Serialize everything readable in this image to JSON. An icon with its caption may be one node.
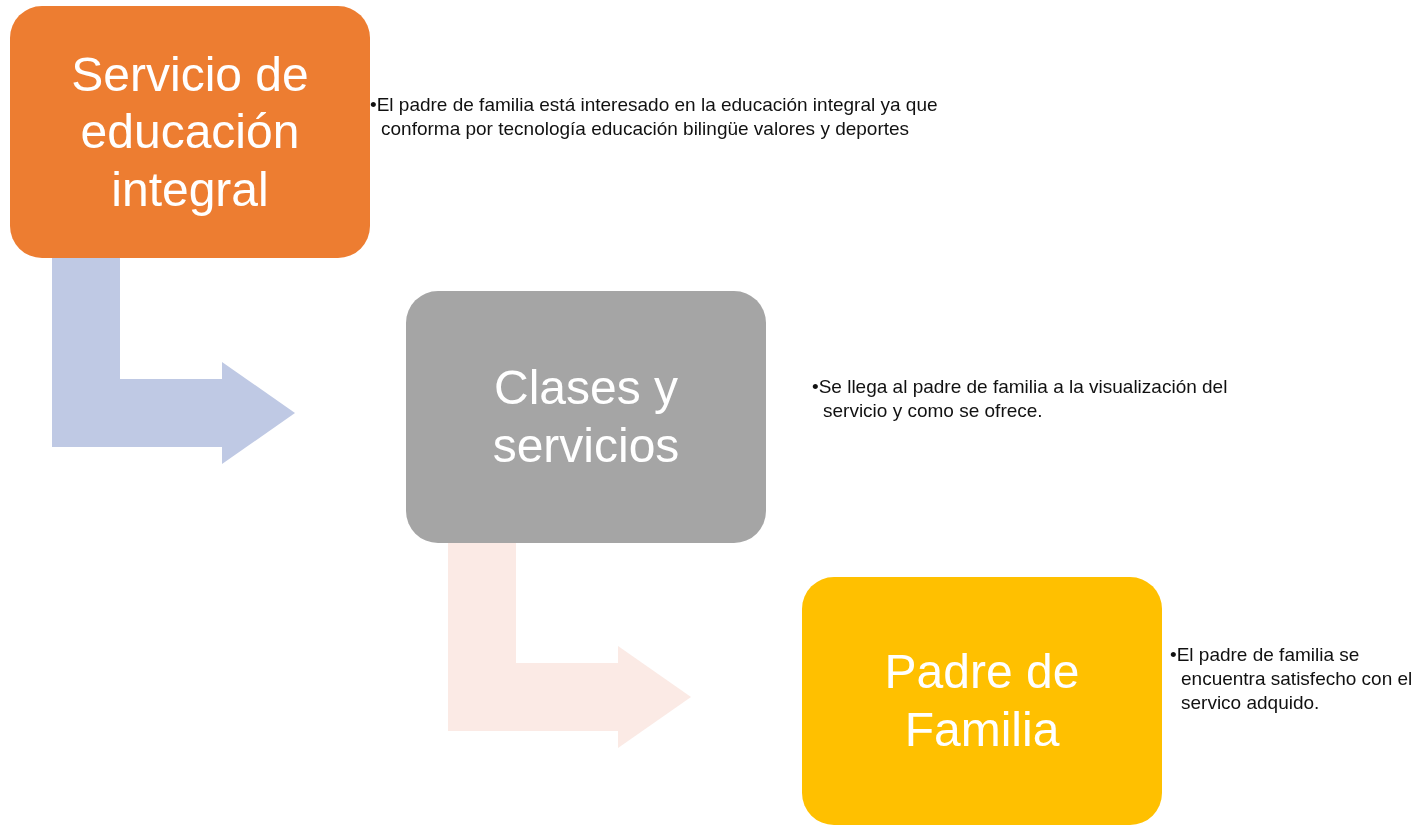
{
  "diagram": {
    "nodes": [
      {
        "text": [
          "Servicio de educación integral"
        ],
        "beside": [
          "•El padre de familia está interesado en la educación integral ya que conforma por tecnología educación bilingüe valores y deportes"
        ]
      },
      {
        "text": [
          "Clases y servicios"
        ],
        "beside": [
          "•Se llega al padre de familia a la visualización del servicio y como se ofrece."
        ]
      },
      {
        "text": [
          "Padre de Familia"
        ],
        "beside": [
          "•El padre de familia se encuentra satisfecho con el servico adquido."
        ]
      }
    ],
    "edges": [
      {
        "from": 0,
        "to": 1,
        "arrow": "to",
        "color": "#bfc9e4"
      },
      {
        "from": 1,
        "to": 2,
        "arrow": "to",
        "color": "#fbeae5"
      }
    ]
  }
}
